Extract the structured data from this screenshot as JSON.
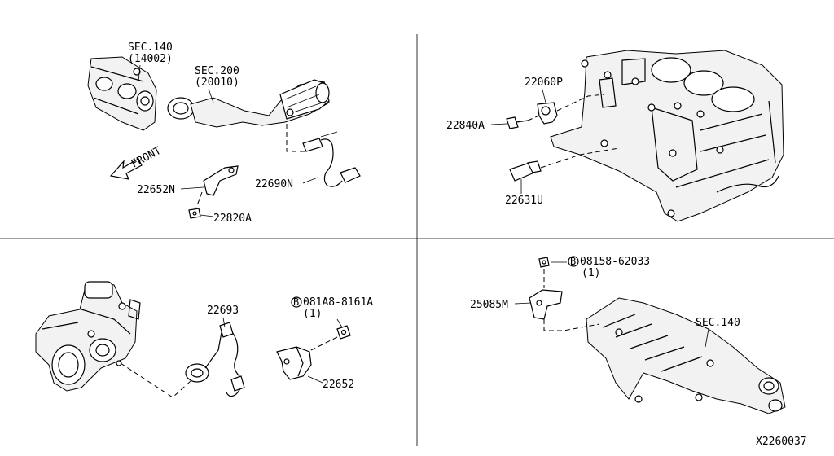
{
  "diagram": {
    "figure_id": "X2260037",
    "front_label": "FRONT",
    "panels": {
      "top_left": {
        "callouts": [
          {
            "sec": "SEC.140",
            "ref": "(14002)"
          },
          {
            "sec": "SEC.200",
            "ref": "(20010)"
          }
        ],
        "parts": [
          "22652N",
          "22820A",
          "22690N"
        ]
      },
      "top_right": {
        "parts": [
          "22060P",
          "22840A",
          "22631U"
        ]
      },
      "bottom_left": {
        "parts": [
          "22693",
          "22652"
        ],
        "bolt": {
          "circle": "B",
          "code": "081A8-8161A",
          "qty": "(1)"
        }
      },
      "bottom_right": {
        "parts": [
          "25085M"
        ],
        "bolt": {
          "circle": "B",
          "code": "08158-62033",
          "qty": "(1)"
        },
        "callouts": [
          {
            "sec": "SEC.140"
          }
        ]
      }
    }
  }
}
